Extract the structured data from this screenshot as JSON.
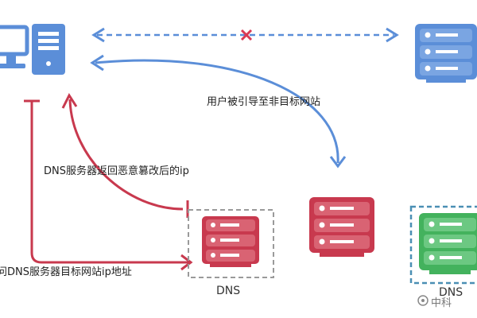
{
  "labels": {
    "user_redirect": "用户被引导至非目标网站",
    "dns_return": "DNS服务器返回恶意篡改后的ip",
    "query": "问DNS服务器目标网站ip地址",
    "dns_malicious": "DNS",
    "dns_legit": "DNS"
  },
  "watermark": "中科",
  "colors": {
    "blue": "#5b8ed8",
    "blue_light": "#a9c6ee",
    "red": "#c8394e",
    "red_light": "#e37f8d",
    "green": "#43b25d",
    "green_light": "#8fd49f",
    "dash_gray": "#9a9a9a",
    "dash_teal": "#4a8fb4"
  },
  "icons": [
    "computer-icon",
    "target-server-icon",
    "malicious-dns-server-icon",
    "attacker-server-icon",
    "legit-dns-server-icon",
    "blocked-x-icon",
    "watermark-icon"
  ]
}
